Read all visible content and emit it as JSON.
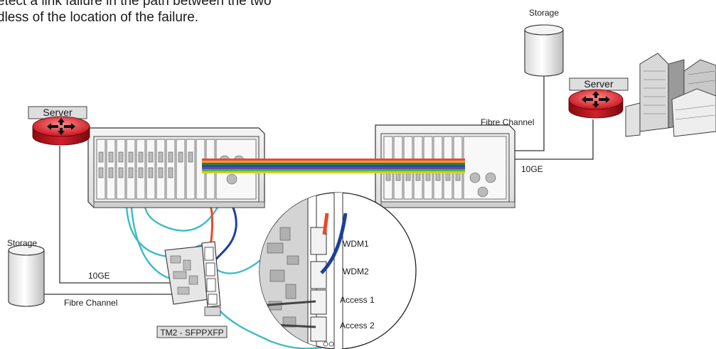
{
  "intro": {
    "line1": "etect a link failure in the path between the two",
    "line2": "dless of the location of the failure."
  },
  "left_site": {
    "server_label": "Server",
    "storage_label": "Storage",
    "link_10ge": "10GE",
    "link_fc": "Fibre Channel",
    "module_label": "TM2 - SFPPXFP"
  },
  "right_site": {
    "storage_label": "Storage",
    "server_label": "Server",
    "link_fc": "Fibre Channel",
    "link_10ge": "10GE"
  },
  "zoom": {
    "ports": [
      "WDM1",
      "WDM2",
      "Access 1",
      "Access 2"
    ]
  },
  "colors": {
    "fiber_bundle": [
      "#e8463a",
      "#f29c2b",
      "#2e7d3a",
      "#1f4fa8",
      "#7a3ea0",
      "#3cbf4a",
      "#d8d020"
    ],
    "cyan_fiber": "#3bbcc6",
    "red_fiber": "#e84a2a",
    "blue_fiber": "#1d3f9c"
  }
}
